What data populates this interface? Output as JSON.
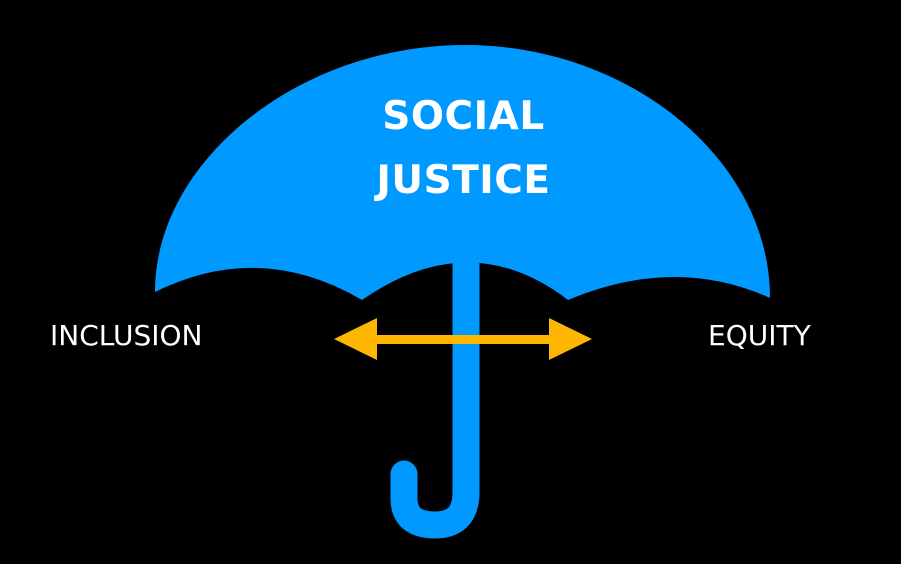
{
  "diagram": {
    "title_line_1": "SOCIAL",
    "title_line_2": "JUSTICE",
    "left_label": "INCLUSION",
    "right_label": "EQUITY"
  },
  "colors": {
    "background": "#000000",
    "umbrella": "#0099FF",
    "arrow": "#FFB600",
    "text": "#FFFFFF"
  }
}
